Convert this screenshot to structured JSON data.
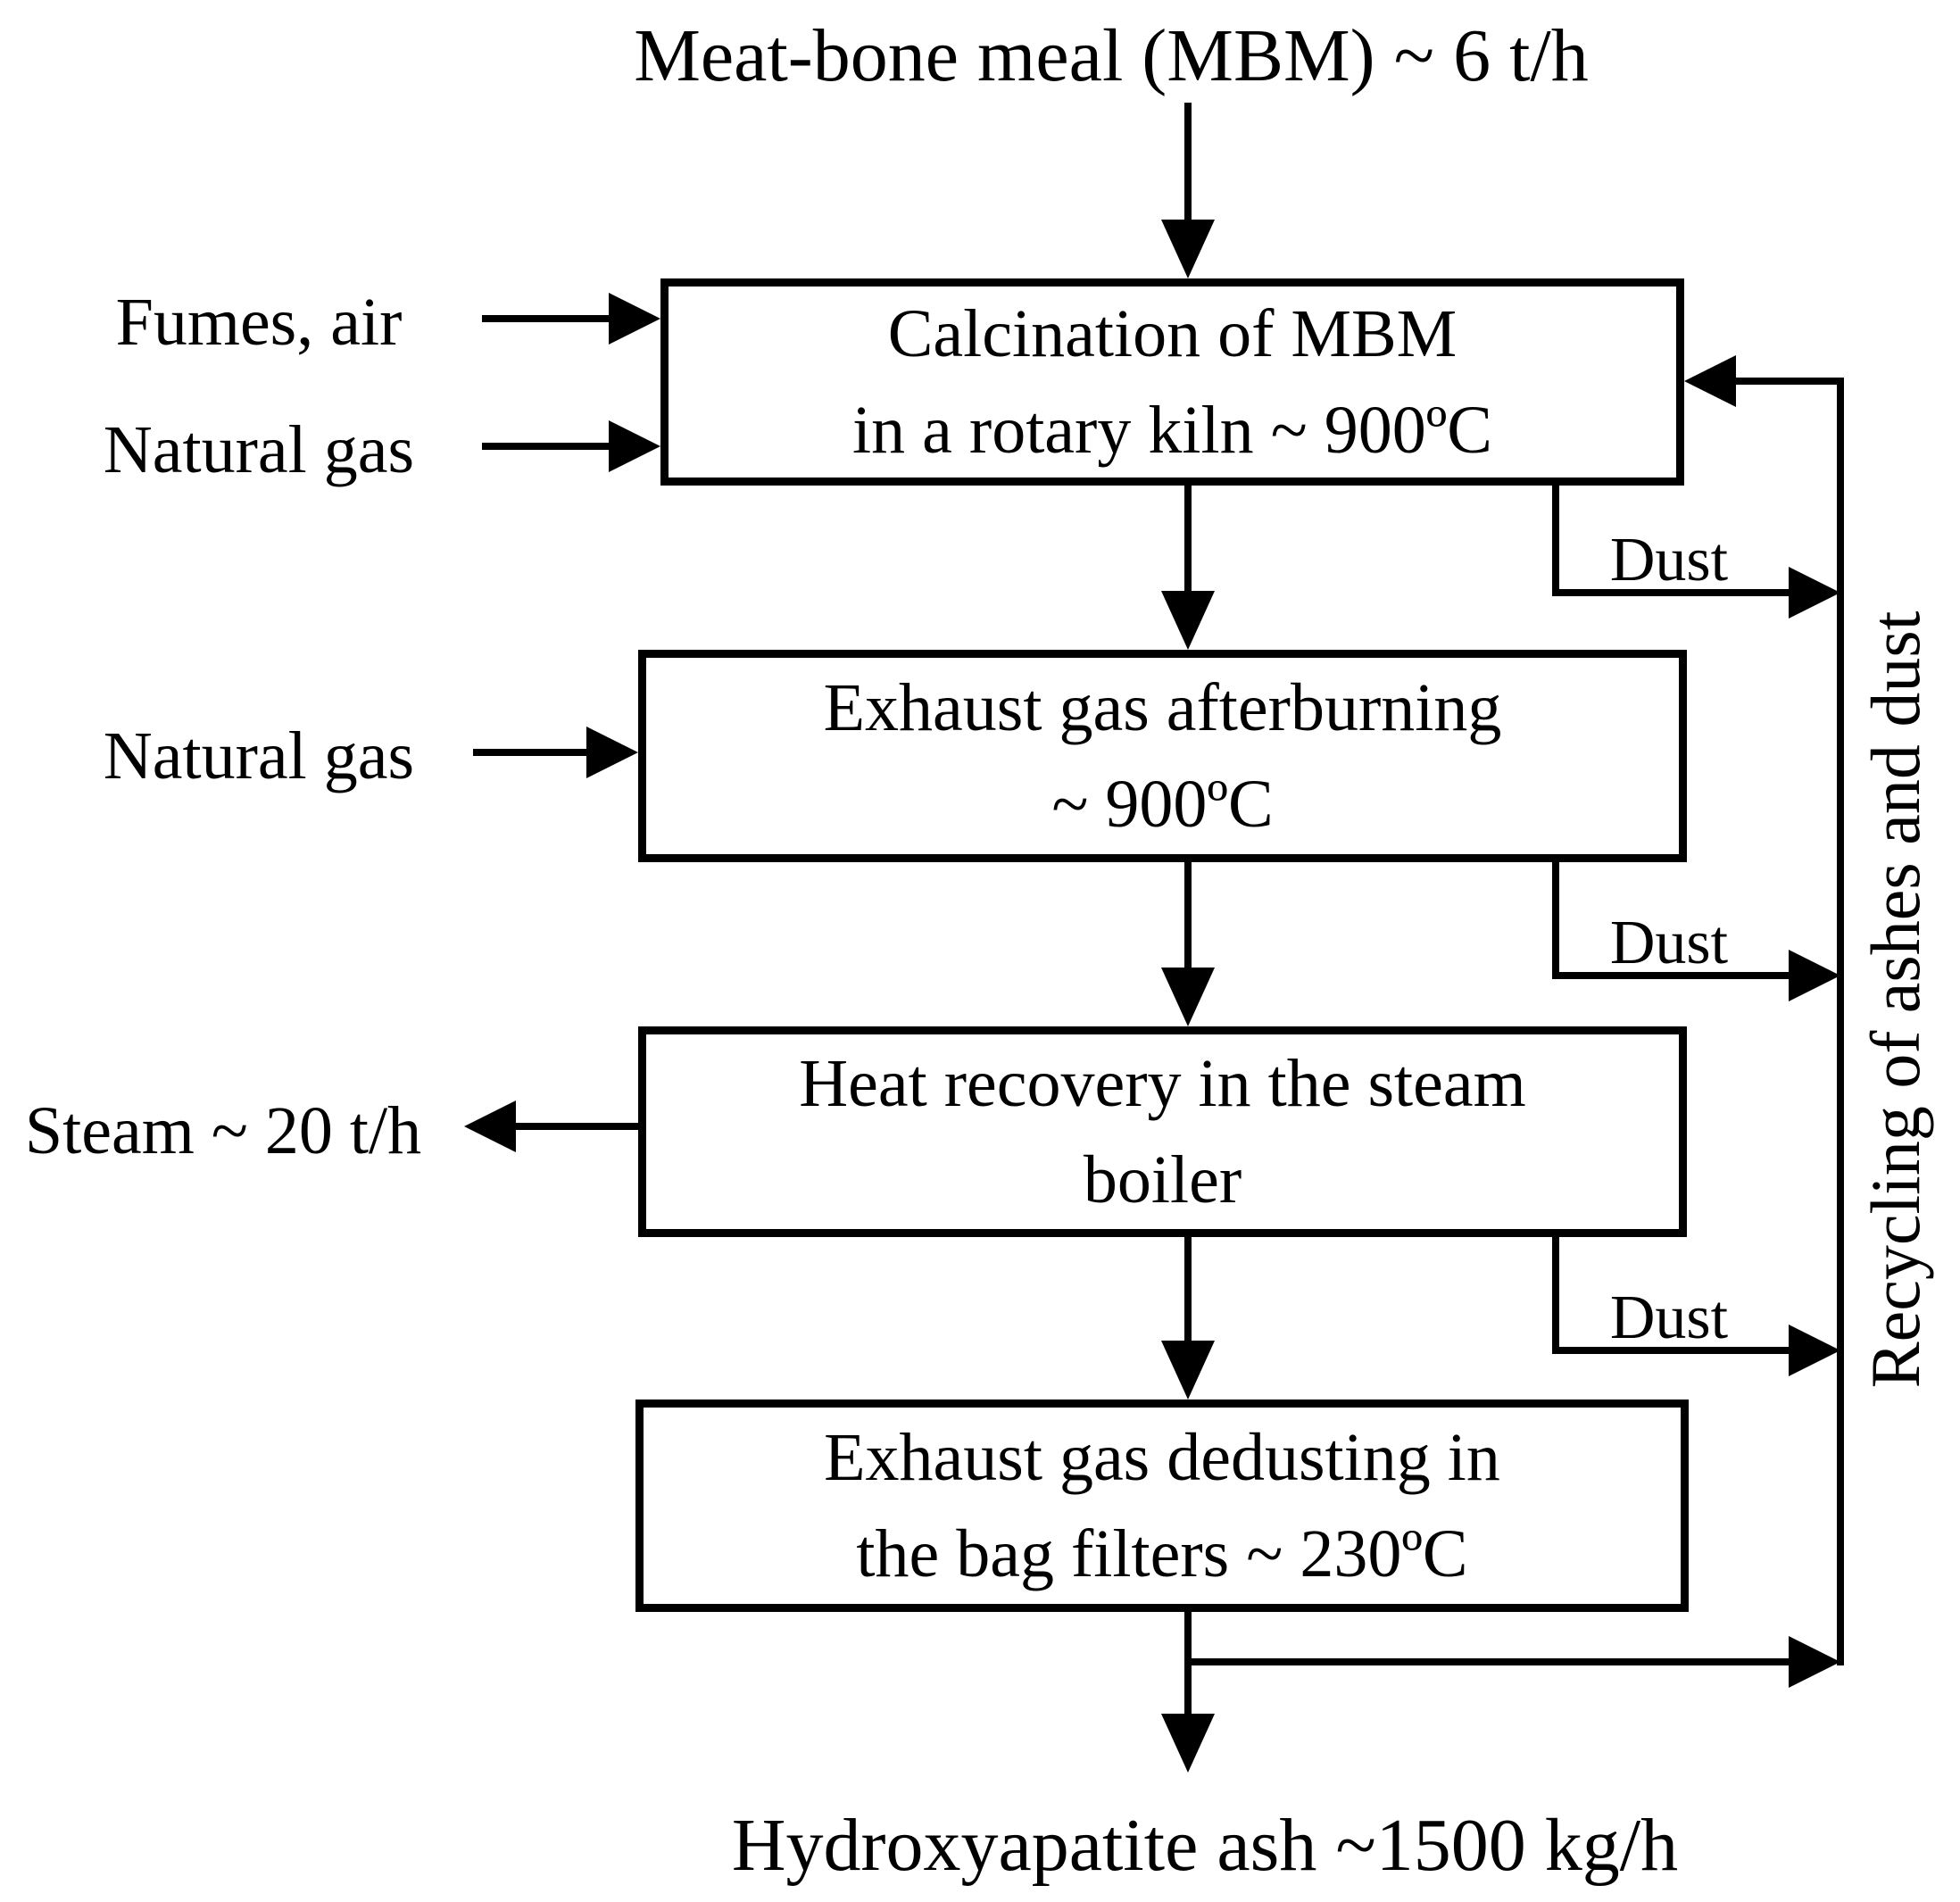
{
  "page": {
    "background_color": "#ffffff",
    "line_color": "#000000"
  },
  "flow": {
    "top_input": "Meat-bone meal (MBM) ~ 6 t/h",
    "left_inputs": {
      "fumes_air": "Fumes, air",
      "natural_gas_kiln": "Natural gas",
      "natural_gas_afterburner": "Natural gas"
    },
    "boxes": {
      "calcination": {
        "line1": "Calcination of MBM",
        "line2": "in a rotary kiln ~ 900ºC"
      },
      "afterburning": {
        "line1": "Exhaust gas afterburning",
        "line2": "~ 900ºC"
      },
      "heat_recovery": {
        "line1": "Heat recovery in the steam",
        "line2": "boiler"
      },
      "dedusting": {
        "line1": "Exhaust gas dedusting in",
        "line2": "the bag filters ~ 230ºC"
      }
    },
    "outputs": {
      "steam": "Steam ~ 20 t/h",
      "ash": "Hydroxyapatite ash ~1500 kg/h"
    },
    "dust_labels": [
      "Dust",
      "Dust",
      "Dust"
    ],
    "recycle_label": "Recycling of ashes and dust"
  }
}
